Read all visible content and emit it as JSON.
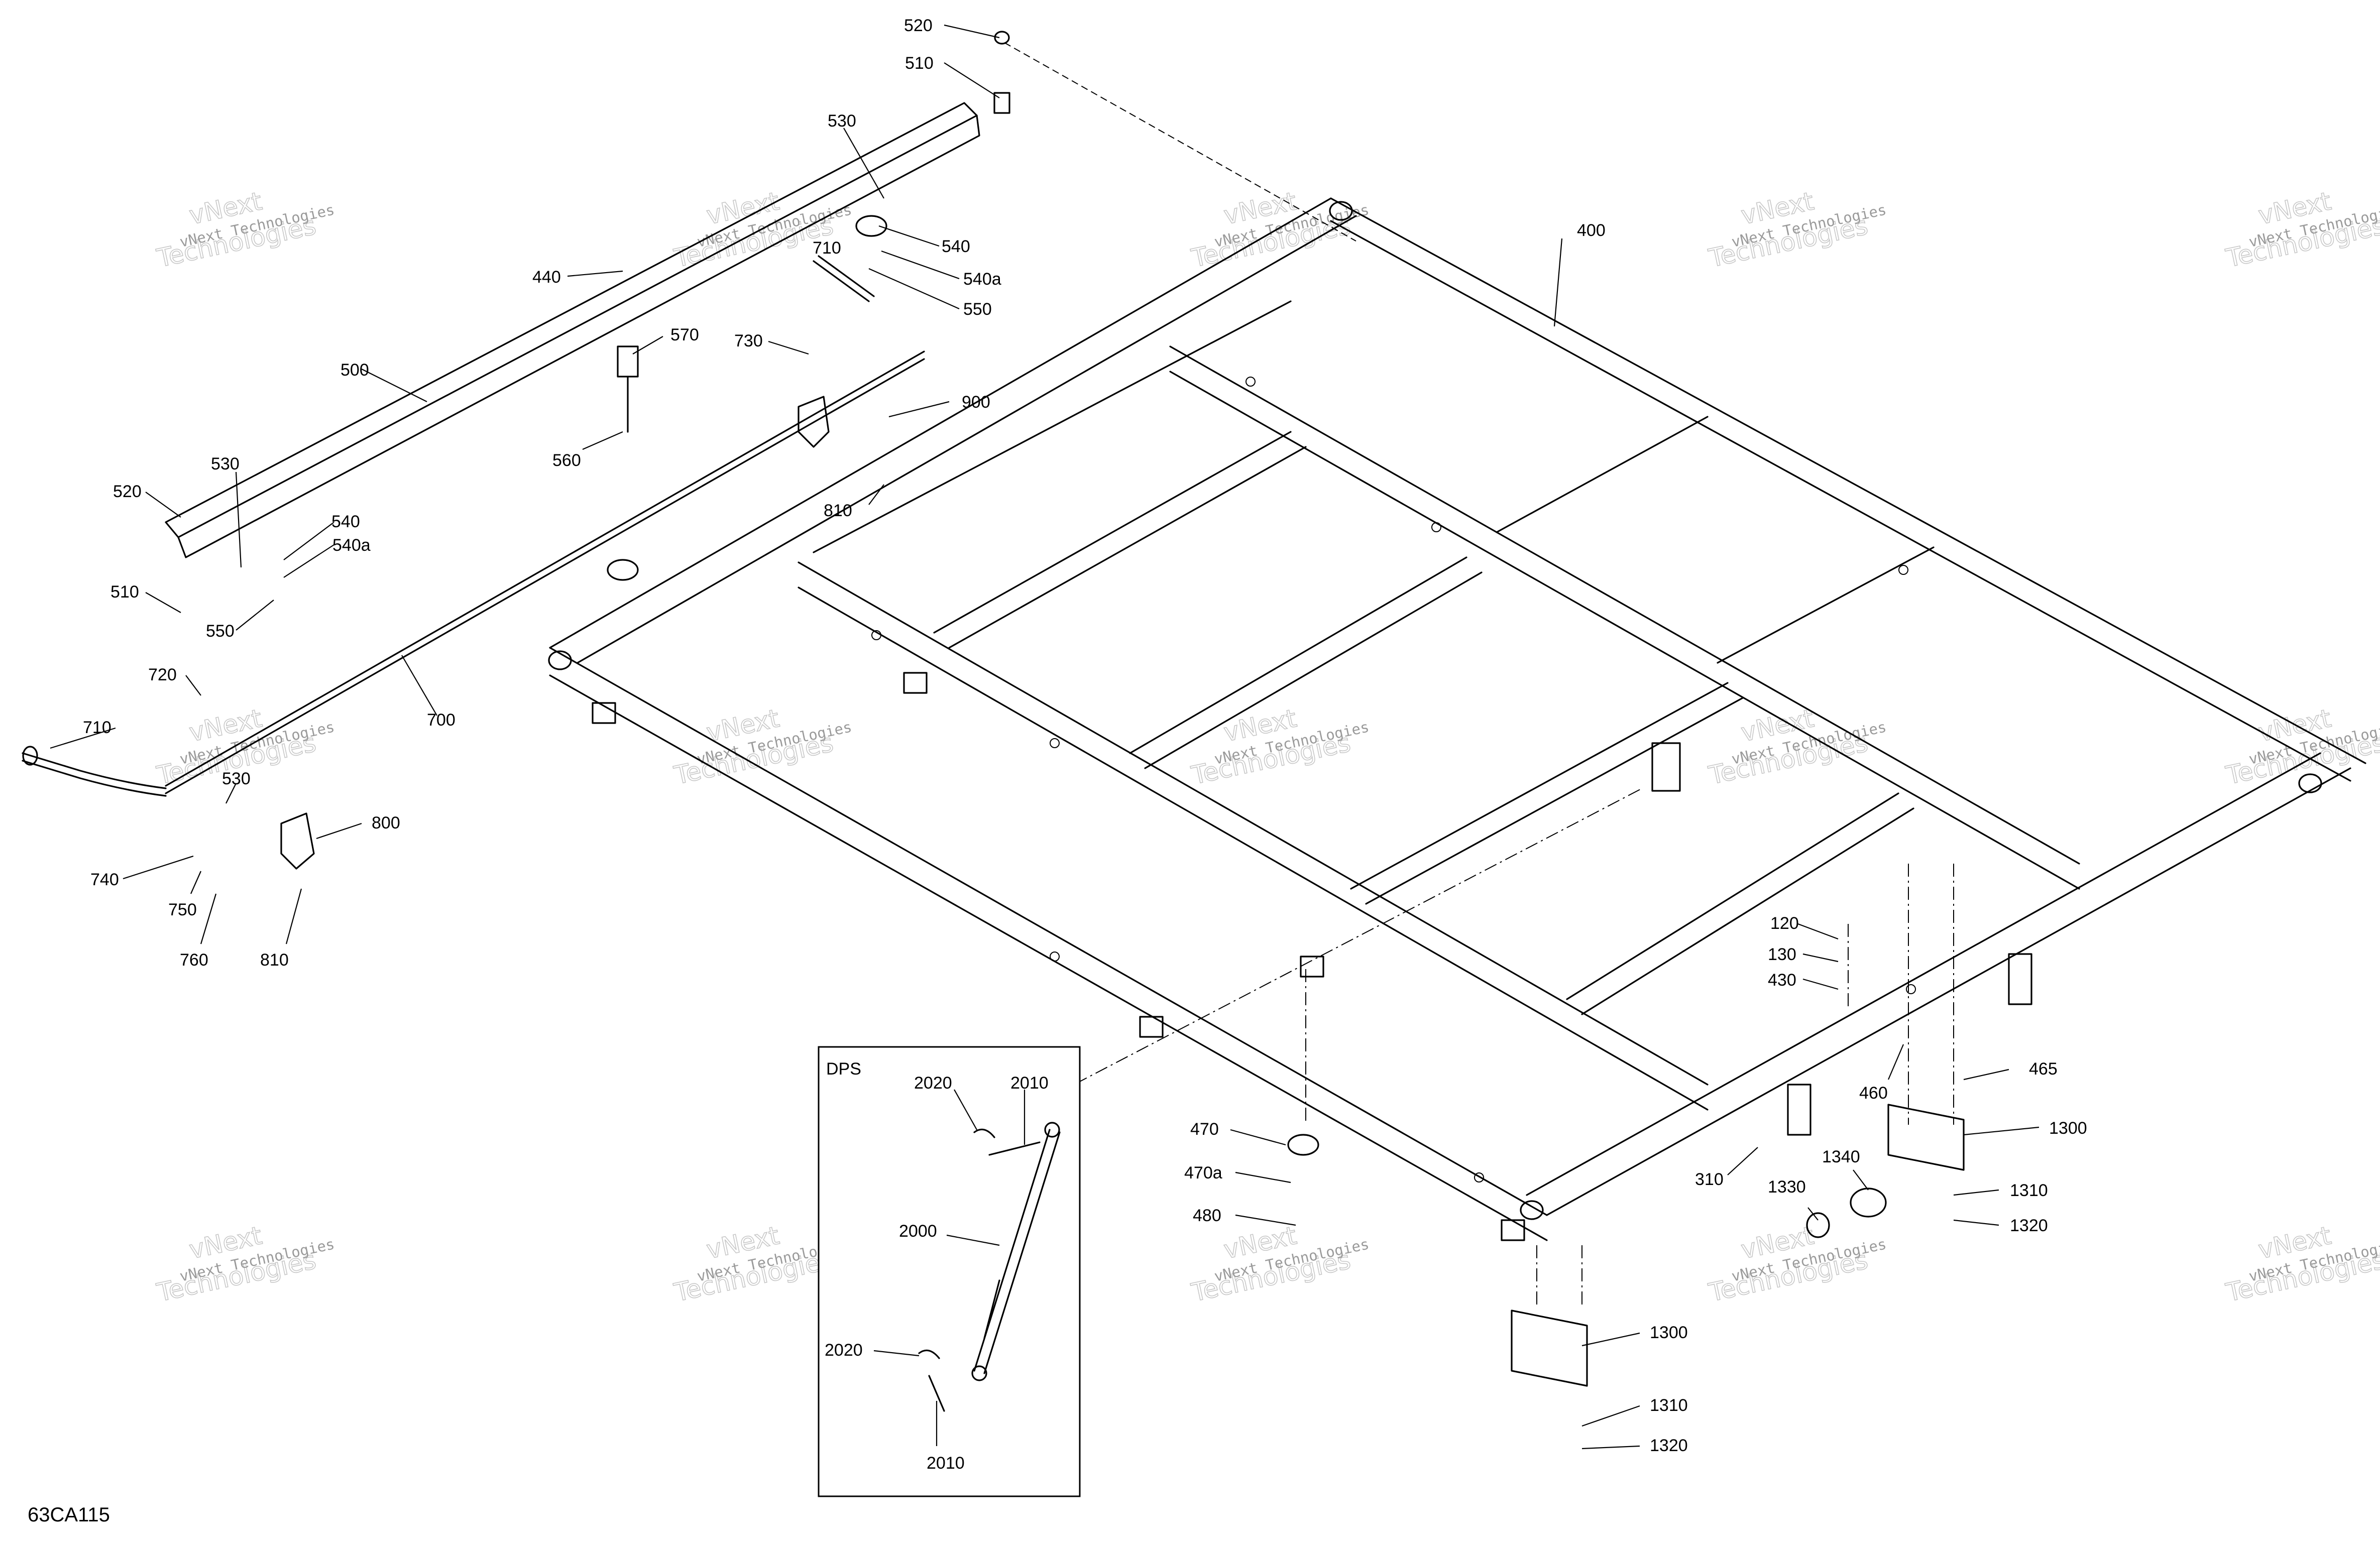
{
  "figure_code": "63CA115",
  "inset_title": "DPS",
  "watermark": {
    "line1": "vNext Technologies",
    "line2": "vNext",
    "line3": "Technologies"
  },
  "callouts": {
    "c520_top": "520",
    "c510_top": "510",
    "c530_top": "530",
    "c540_top": "540",
    "c540a_top": "540a",
    "c550_top": "550",
    "c440": "440",
    "c710_top": "710",
    "c570": "570",
    "c730": "730",
    "c900": "900",
    "c500": "500",
    "c560": "560",
    "c810_top": "810",
    "c520_left": "520",
    "c530_left": "530",
    "c540_left": "540",
    "c540a_left": "540a",
    "c510_left": "510",
    "c550_left": "550",
    "c720": "720",
    "c700": "700",
    "c710_left": "710",
    "c530_low": "530",
    "c800": "800",
    "c740": "740",
    "c750": "750",
    "c760": "760",
    "c810_low": "810",
    "c400": "400",
    "c120": "120",
    "c130": "130",
    "c430": "430",
    "c460": "460",
    "c465": "465",
    "c1300_r": "1300",
    "c470": "470",
    "c470a": "470a",
    "c480": "480",
    "c310": "310",
    "c1340": "1340",
    "c1330": "1330",
    "c1310_r": "1310",
    "c1320_r": "1320",
    "c1300_b": "1300",
    "c1310_b": "1310",
    "c1320_b": "1320",
    "c2020_top": "2020",
    "c2010_top": "2010",
    "c2000": "2000",
    "c2020_low": "2020",
    "c2010_low": "2010"
  }
}
